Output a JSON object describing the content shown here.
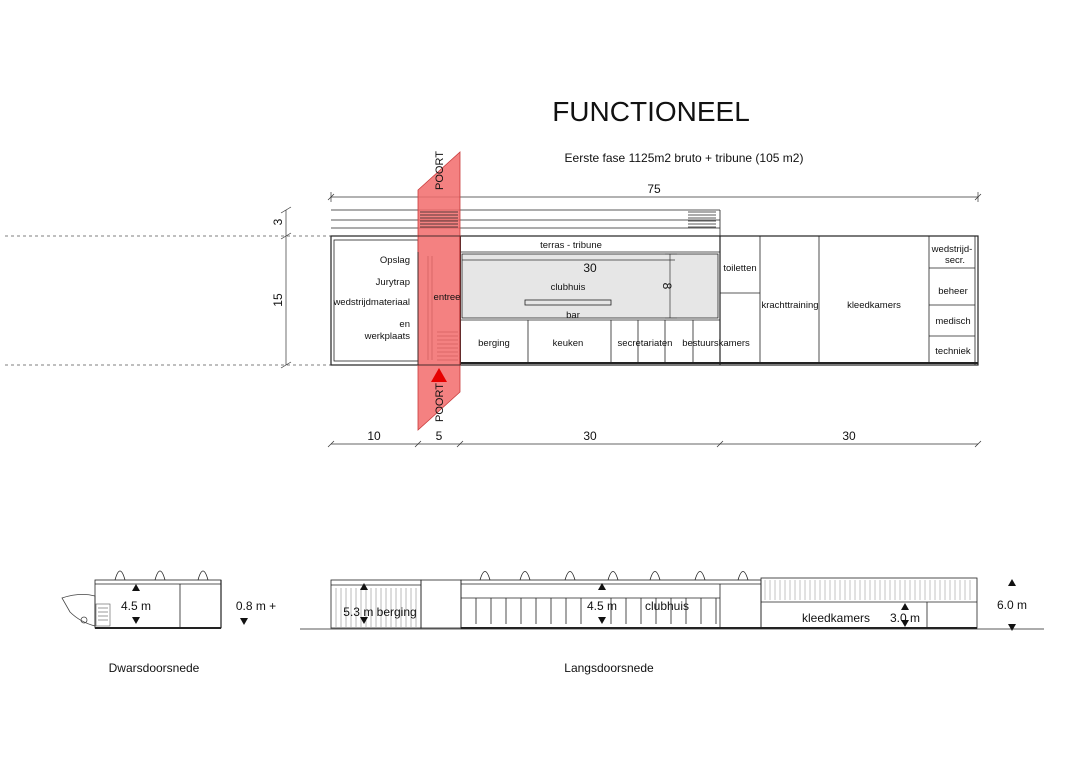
{
  "title": "FUNCTIONEEL",
  "subtitle": "Eerste fase 1125m2 bruto + tribune (105 m2)",
  "colors": {
    "poort_fill": "#f26b6b",
    "arrow": "#e60000",
    "floor_grey": "#e6e6e6"
  },
  "dimensions": {
    "overall_length": "75",
    "tribune_depth": "3",
    "building_depth": "15",
    "clubhuis_length": "30",
    "clubhuis_depth": "8",
    "bottom": [
      "10",
      "5",
      "30",
      "30"
    ]
  },
  "gate_label_top": "POORT",
  "gate_label_bottom": "POORT",
  "rooms": {
    "left_block": [
      "Opslag",
      "Jurytrap",
      "wedstrijdmateriaal",
      "en",
      "werkplaats"
    ],
    "entree": "entree",
    "terras": "terras - tribune",
    "clubhuis": "clubhuis",
    "bar": "bar",
    "berging": "berging",
    "keuken": "keuken",
    "secretariaten": "secretariaten",
    "bestuurskamers": "bestuurskamers",
    "toiletten": "toiletten",
    "krachttraining": "krachttraining",
    "kleedkamers": "kleedkamers",
    "wedstrijd": [
      "wedstrijd-",
      "secr."
    ],
    "beheer": "beheer",
    "medisch": "medisch",
    "techniek": "techniek"
  },
  "sections": {
    "dwars_height": "4.5 m",
    "dwars_offset": "0.8 m +",
    "langs_berging": "5.3 m berging",
    "langs_height": "4.5 m",
    "langs_clubhuis": "clubhuis",
    "langs_kleedkamers": "kleedkamers",
    "langs_kleed_height": "3.0 m",
    "langs_total": "6.0 m",
    "caption_dwars": "Dwarsdoorsnede",
    "caption_langs": "Langsdoorsnede"
  }
}
